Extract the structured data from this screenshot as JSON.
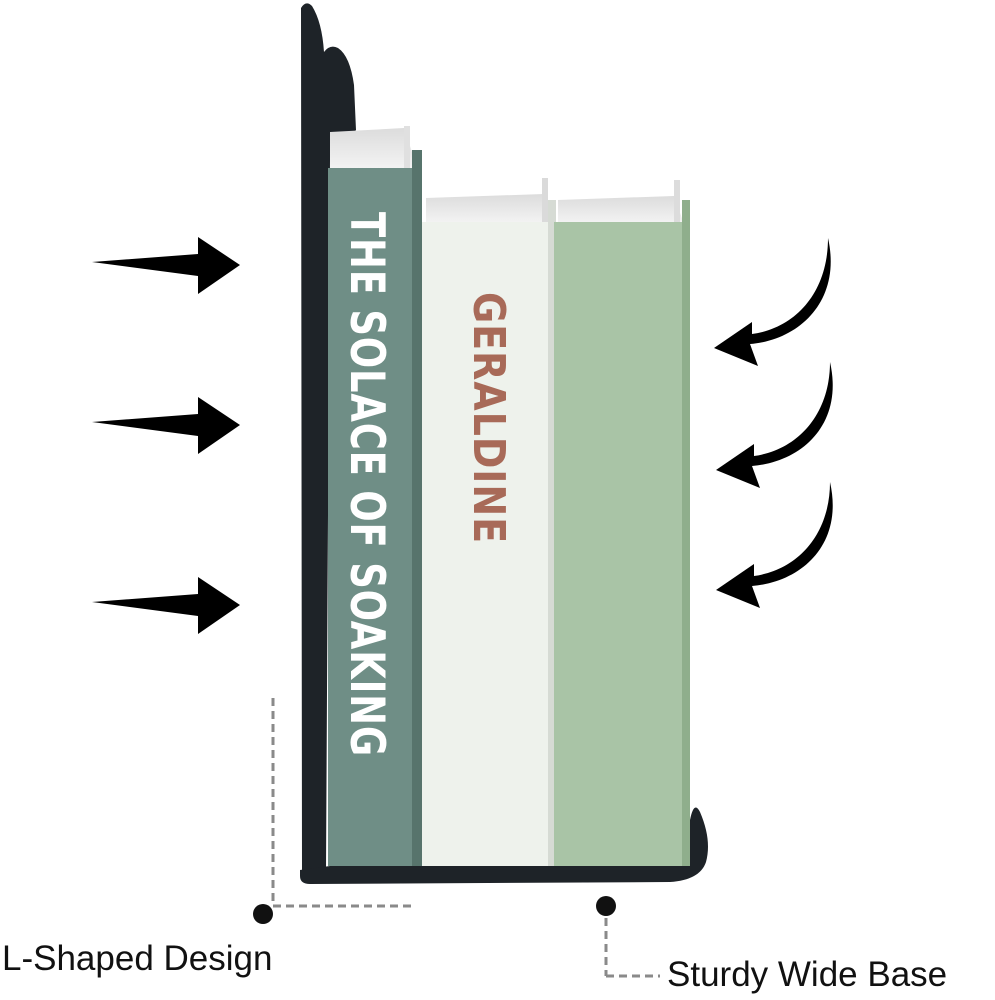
{
  "labels": {
    "l_shaped": "L-Shaped Design",
    "wide_base": "Sturdy Wide Base"
  },
  "books": [
    {
      "title": "THE SOLACE OF SOAKING",
      "cover_color": "#6f8e86",
      "text_color": "#ffffff"
    },
    {
      "title": "GERALDINE",
      "cover_color": "#eef2ec",
      "text_color": "#a86a58"
    },
    {
      "title": "",
      "cover_color": "#a9c4a6",
      "text_color": "#ffffff"
    }
  ],
  "bookend": {
    "color": "#1e2328"
  },
  "arrows": {
    "left_count": 3,
    "right_count": 3,
    "color": "#000000"
  }
}
